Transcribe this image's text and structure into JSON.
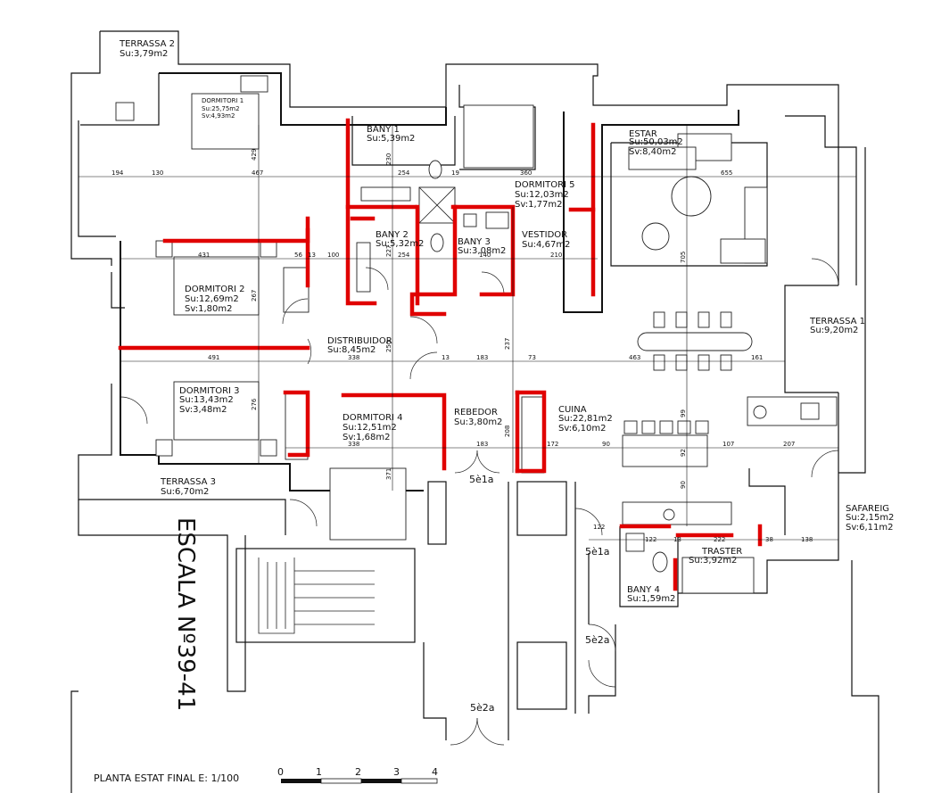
{
  "plan_title": "PLANTA ESTAT FINAL  E: 1/100",
  "scale_bar": {
    "ticks": [
      "0",
      "1",
      "2",
      "3",
      "4"
    ]
  },
  "building_label": "ESCALA Nº39-41",
  "colors": {
    "new_wall": "#e00000",
    "line": "#111111"
  },
  "rooms": {
    "terrassa2": {
      "name": "TERRASSA  2",
      "area": "Su:3,79m2"
    },
    "dormitori1": {
      "name": "DORMITORI  1",
      "su": "Su:25,75m2",
      "sv": "Sv:4,93m2"
    },
    "bany1": {
      "name": "BANY  1",
      "area": "Su:5,39m2"
    },
    "estar": {
      "name": "ESTAR",
      "su": "Su:50,03m2",
      "sv": "Sv:8,40m2"
    },
    "dormitori5": {
      "name": "DORMITORI  5",
      "su": "Su:12,03m2",
      "sv": "Sv:1,77m2"
    },
    "bany2": {
      "name": "BANY  2",
      "area": "Su:5,32m2"
    },
    "bany3": {
      "name": "BANY  3",
      "area": "Su:3,08m2"
    },
    "vestidor": {
      "name": "VESTIDOR",
      "area": "Su:4,67m2"
    },
    "dormitori2": {
      "name": "DORMITORI  2",
      "su": "Su:12,69m2",
      "sv": "Sv:1,80m2"
    },
    "distribuidor": {
      "name": "DISTRIBUIDOR",
      "area": "Su:8,45m2"
    },
    "terrassa1": {
      "name": "TERRASSA  1",
      "area": "Su:9,20m2"
    },
    "dormitori3": {
      "name": "DORMITORI  3",
      "su": "Su:13,43m2",
      "sv": "Sv:3,48m2"
    },
    "dormitori4": {
      "name": "DORMITORI  4",
      "su": "Su:12,51m2",
      "sv": "Sv:1,68m2"
    },
    "rebedor": {
      "name": "REBEDOR",
      "area": "Su:3,80m2"
    },
    "cuina": {
      "name": "CUINA",
      "su": "Su:22,81m2",
      "sv": "Sv:6,10m2"
    },
    "terrassa3": {
      "name": "TERRASSA  3",
      "area": "Su:6,70m2"
    },
    "safareig": {
      "name": "SAFAREIG",
      "su": "Su:2,15m2",
      "sv": "Sv:6,11m2"
    },
    "traster": {
      "name": "TRASTER",
      "area": "Su:3,92m2"
    },
    "bany4": {
      "name": "BANY  4",
      "area": "Su:1,59m2"
    }
  },
  "units": [
    "5è1a",
    "5è1a",
    "5è2a",
    "5è2a"
  ],
  "dimensions": {
    "row1": [
      "194",
      "130",
      "467",
      "254",
      "19",
      "360",
      "655"
    ],
    "row2": [
      "431",
      "56",
      "13",
      "100",
      "254",
      "140",
      "210"
    ],
    "row3": [
      "491",
      "338",
      "13",
      "183",
      "73",
      "463",
      "161"
    ],
    "row4": [
      "338",
      "183",
      "172",
      "90",
      "107",
      "207"
    ],
    "row5": [
      "122",
      "122",
      "13",
      "222",
      "38",
      "138"
    ],
    "vertical": [
      "429",
      "230",
      "267",
      "227",
      "250",
      "237",
      "276",
      "371",
      "208",
      "705",
      "99",
      "92",
      "90"
    ]
  }
}
